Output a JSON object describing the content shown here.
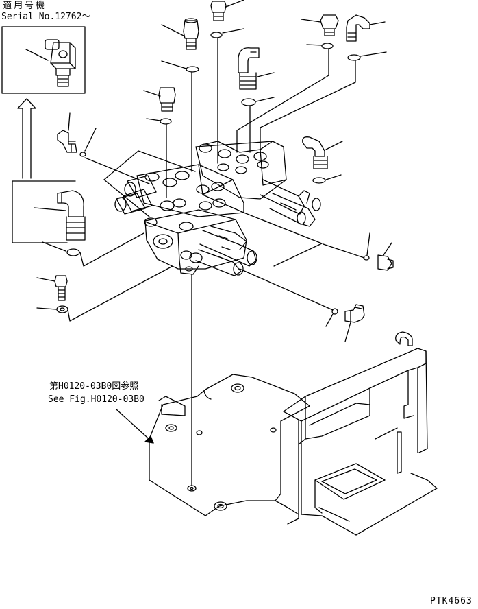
{
  "applicability": {
    "heading": "適用号機",
    "serial": "Serial No.12762～"
  },
  "reference": {
    "jp": "第H0120-03B0図参照",
    "en": "See Fig.H0120-03B0"
  },
  "drawing_code": "PTK4663"
}
